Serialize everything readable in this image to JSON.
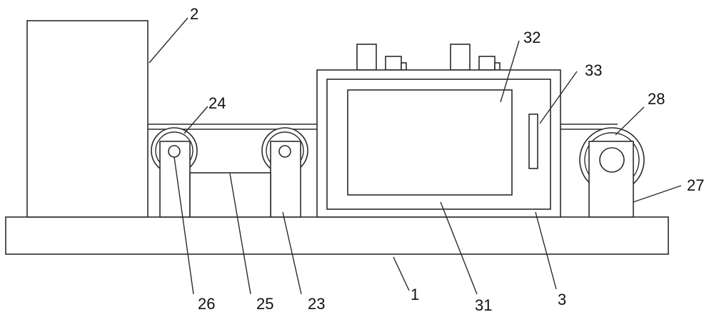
{
  "labels": {
    "l1": "1",
    "l2": "2",
    "l3": "3",
    "l23": "23",
    "l24": "24",
    "l25": "25",
    "l26": "26",
    "l27": "27",
    "l28": "28",
    "l31": "31",
    "l32": "32",
    "l33": "33"
  }
}
